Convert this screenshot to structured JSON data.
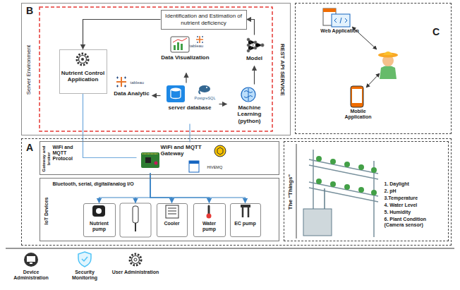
{
  "diagram": {
    "nodes": [
      {
        "text": [
          "B",
          "Server Environment",
          "REST API SERVICE"
        ]
      },
      {
        "text": [
          "Identification and Estimation of nutrient deficiency"
        ],
        "in": 0
      },
      {
        "text": [
          "Data Visualization",
          "tableau"
        ],
        "in": 0
      },
      {
        "text": [
          "Model"
        ],
        "in": 0
      },
      {
        "text": [
          "Nutrient Control Application"
        ],
        "in": 0
      },
      {
        "text": [
          "Data Analytic",
          "tableau"
        ],
        "in": 0
      },
      {
        "text": [
          "server database",
          "PostgreSQL"
        ],
        "in": 0
      },
      {
        "text": [
          "Machine Learning (python)"
        ],
        "in": 0
      },
      {
        "text": [
          "C"
        ]
      },
      {
        "text": [
          "Web Application"
        ],
        "in": 8
      },
      {
        "text": [
          "Mobile Application"
        ],
        "in": 8
      },
      {
        "text": [
          "A"
        ]
      },
      {
        "text": [
          "WiFi and MQTT Protocol",
          "Gateway and broker"
        ],
        "in": 11
      },
      {
        "text": [
          "WiFi and MQTT Gateway",
          "HIVEMQ"
        ],
        "in": 12
      },
      {
        "text": [
          "IoT Devices",
          "Bluetooth, serial, digital/analog I/O"
        ],
        "in": 11
      },
      {
        "text": [
          "Nutrient pump"
        ],
        "in": 14
      },
      {
        "text": [
          "Cooler"
        ],
        "in": 14
      },
      {
        "text": [
          "Water pump"
        ],
        "in": 14
      },
      {
        "text": [
          "EC pump"
        ],
        "in": 14
      },
      {
        "text": [
          "The \"Things\"",
          "1. Daylight",
          "2. pH",
          "3.Temperature",
          "4. Water Level",
          "5. Humidity",
          "6. Plant Condition (Camera sensor)"
        ],
        "in": 11
      }
    ],
    "edges": [
      {
        "from": 1,
        "to": 4,
        "arrow": "to"
      },
      {
        "from": 3,
        "to": 1,
        "arrow": "to"
      },
      {
        "from": 7,
        "to": 3,
        "arrow": "to"
      },
      {
        "from": 6,
        "to": 7,
        "arrow": "to"
      },
      {
        "from": 6,
        "to": 2,
        "arrow": "to"
      },
      {
        "from": 6,
        "to": 5,
        "arrow": "to"
      },
      {
        "from": 4,
        "to": 13,
        "arrow": "none"
      },
      {
        "from": 6,
        "to": 13,
        "arrow": "none"
      },
      {
        "from": 13,
        "to": 15,
        "arrow": "to"
      },
      {
        "from": 13,
        "to": 16,
        "arrow": "to"
      },
      {
        "from": 13,
        "to": 17,
        "arrow": "to"
      },
      {
        "from": 13,
        "to": 18,
        "arrow": "to"
      }
    ],
    "labels": [
      "Device Administration",
      "Security Monitoring",
      "User Administration"
    ]
  }
}
